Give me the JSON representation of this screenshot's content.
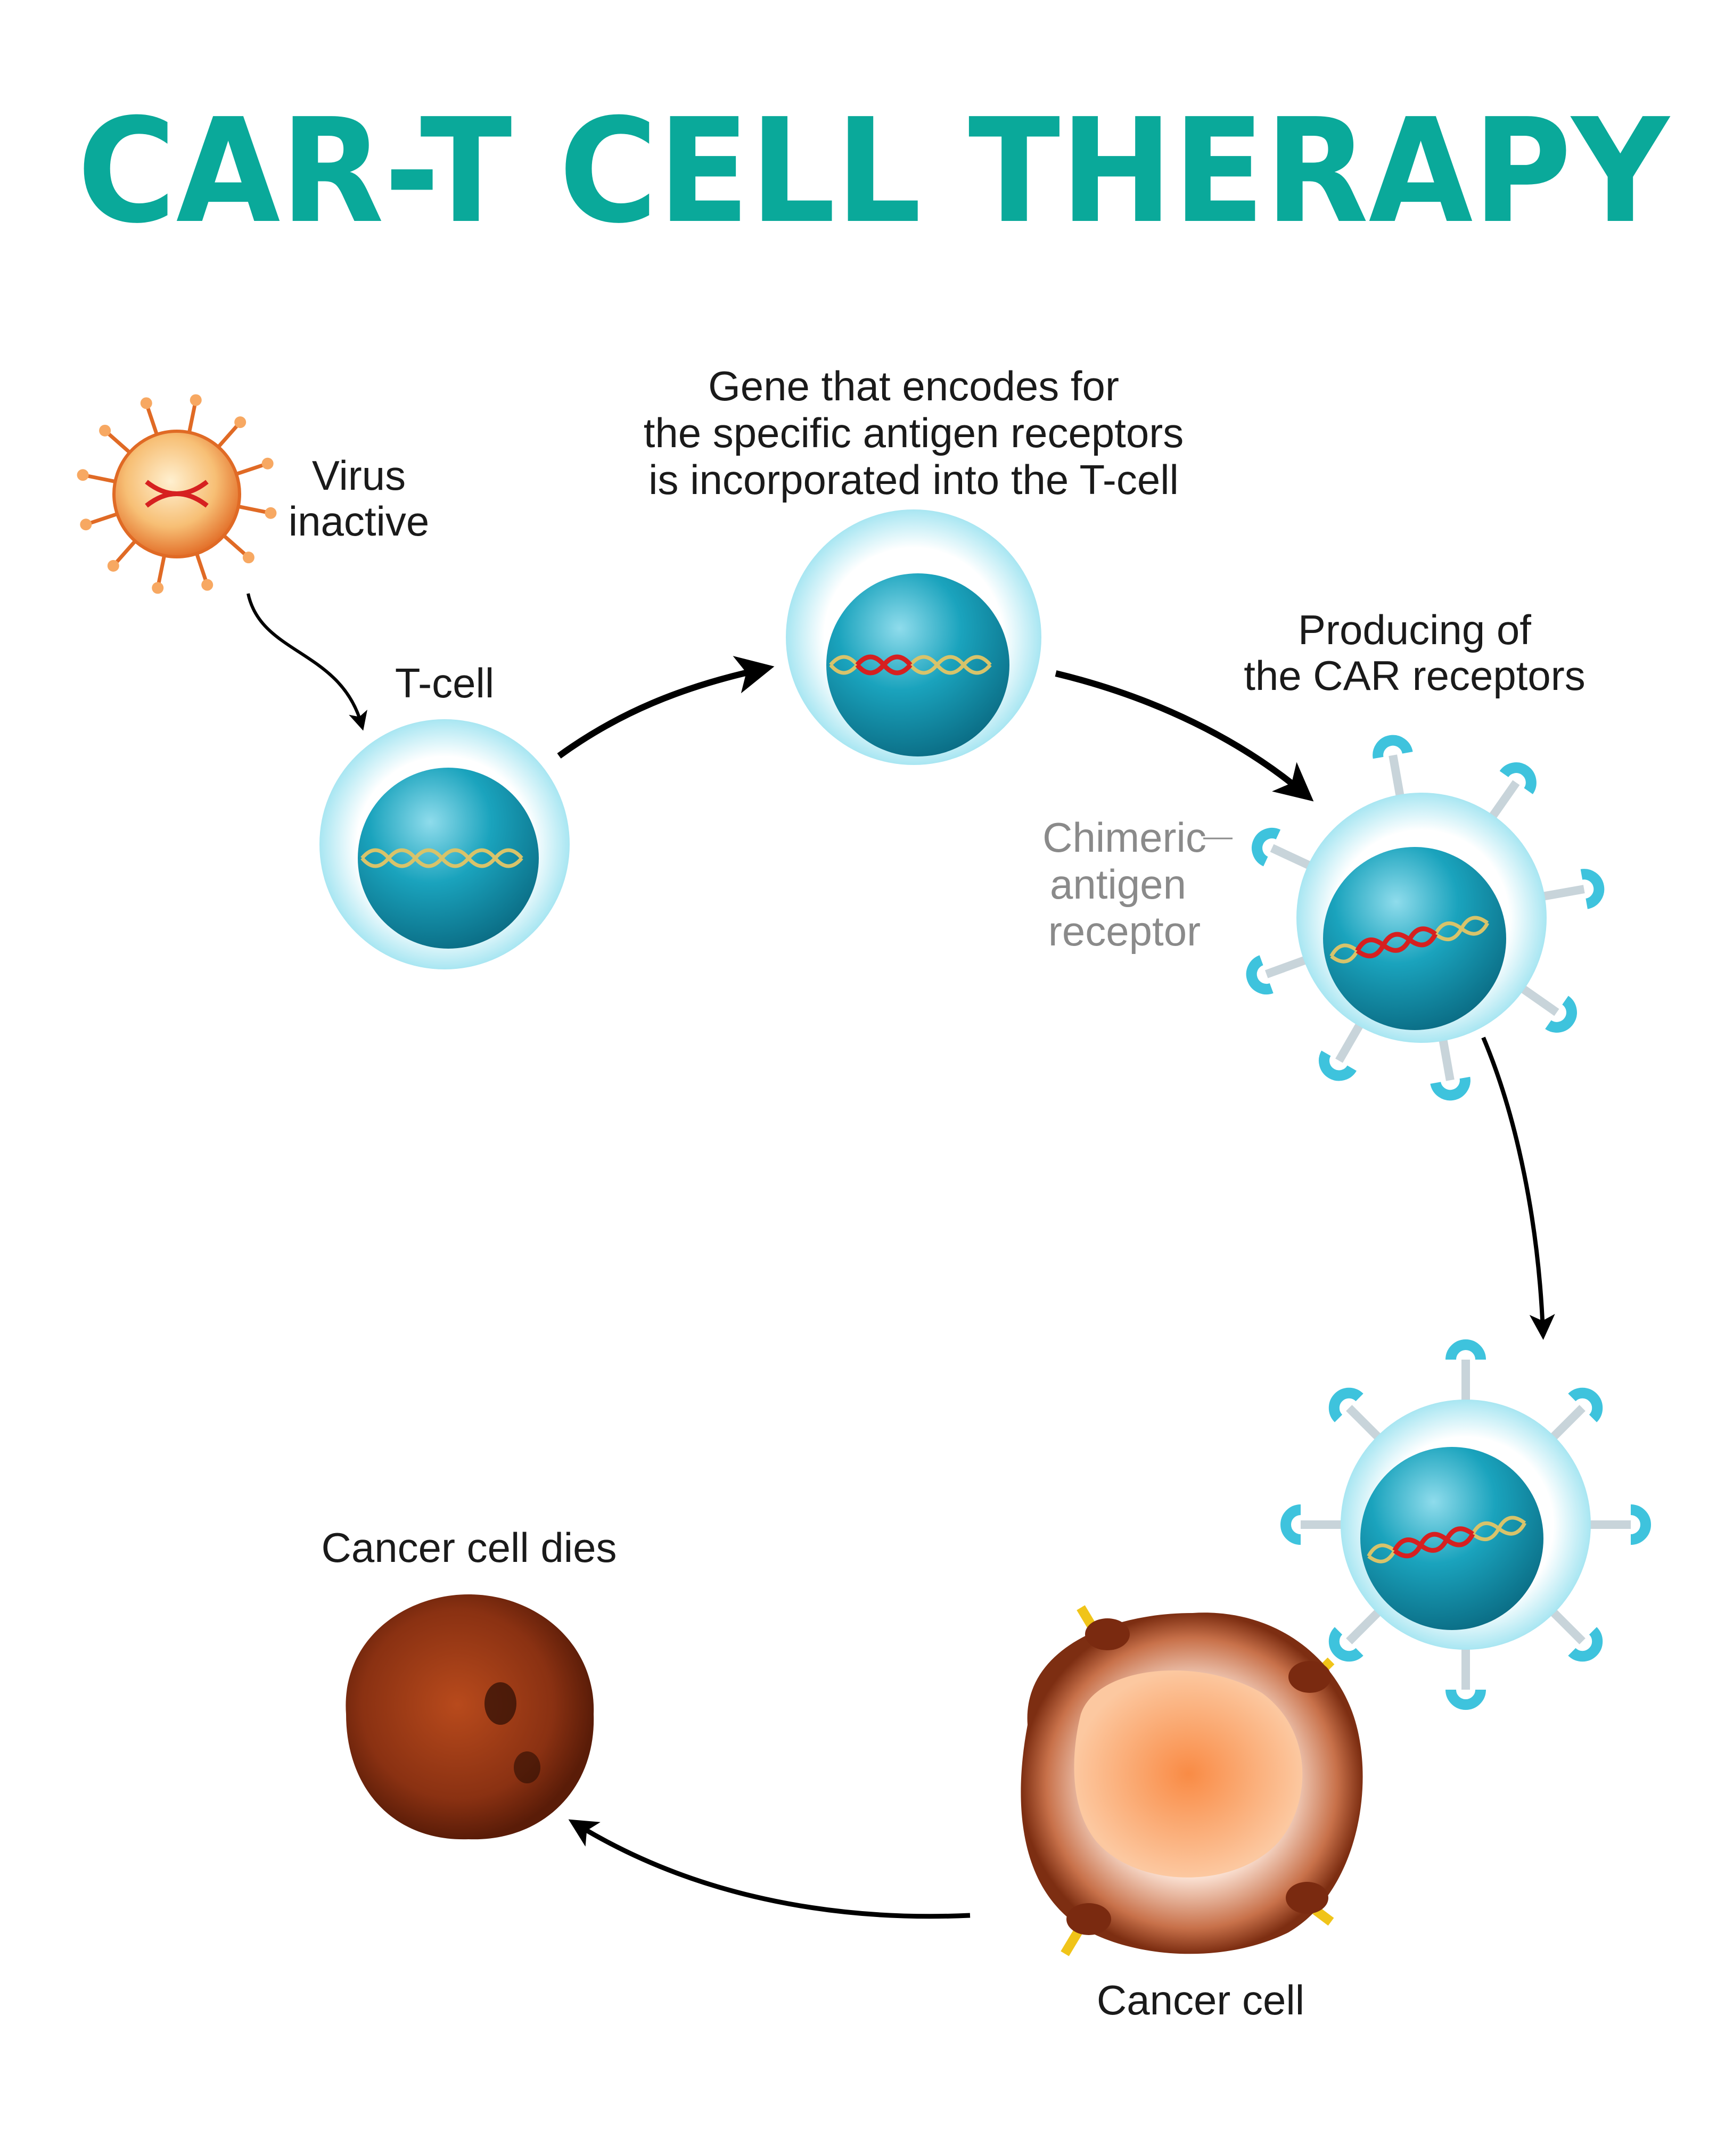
{
  "title": "CAR-T CELL THERAPY",
  "colors": {
    "title": "#0aa99a",
    "cell": "#1aa3bd",
    "receptor": "#3ec3dd",
    "virus": "#e8782e",
    "cancer": "#8b3a1a"
  },
  "labels": {
    "virus": [
      "Virus",
      "inactive"
    ],
    "tcell": "T-cell",
    "gene": [
      "Gene that encodes for",
      "the specific antigen receptors",
      "is incorporated into the T-cell"
    ],
    "producing": [
      "Producing of",
      "the CAR receptors"
    ],
    "chimeric": [
      "Chimeric",
      "antigen",
      "receptor"
    ],
    "cancer_dies": "Cancer cell dies",
    "cancer_cell": "Cancer cell"
  }
}
